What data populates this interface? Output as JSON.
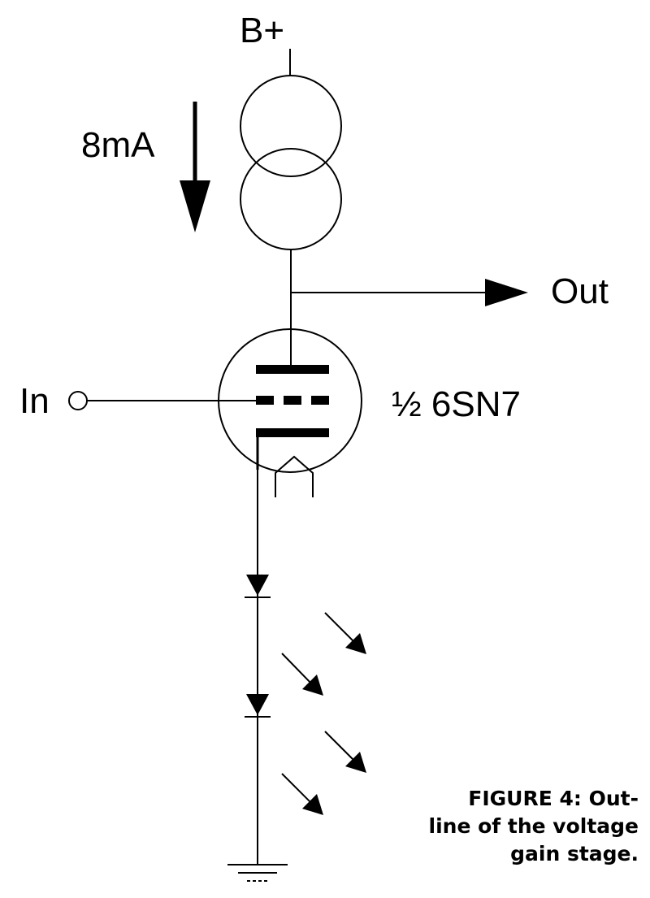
{
  "labels": {
    "supply": "B+",
    "current": "8mA",
    "output": "Out",
    "input": "In",
    "tube": "½ 6SN7"
  },
  "caption": {
    "line1": "FIGURE 4: Out-",
    "line2": "line of the voltage",
    "line3": "gain stage."
  },
  "icons": {
    "current_source": "double-circle-current-source-icon",
    "triode": "triode-tube-icon",
    "led": "led-diode-icon",
    "ground": "ground-icon",
    "light_emission": "light-arrow-icon"
  },
  "colors": {
    "ink": "#000000",
    "paper": "#ffffff"
  }
}
